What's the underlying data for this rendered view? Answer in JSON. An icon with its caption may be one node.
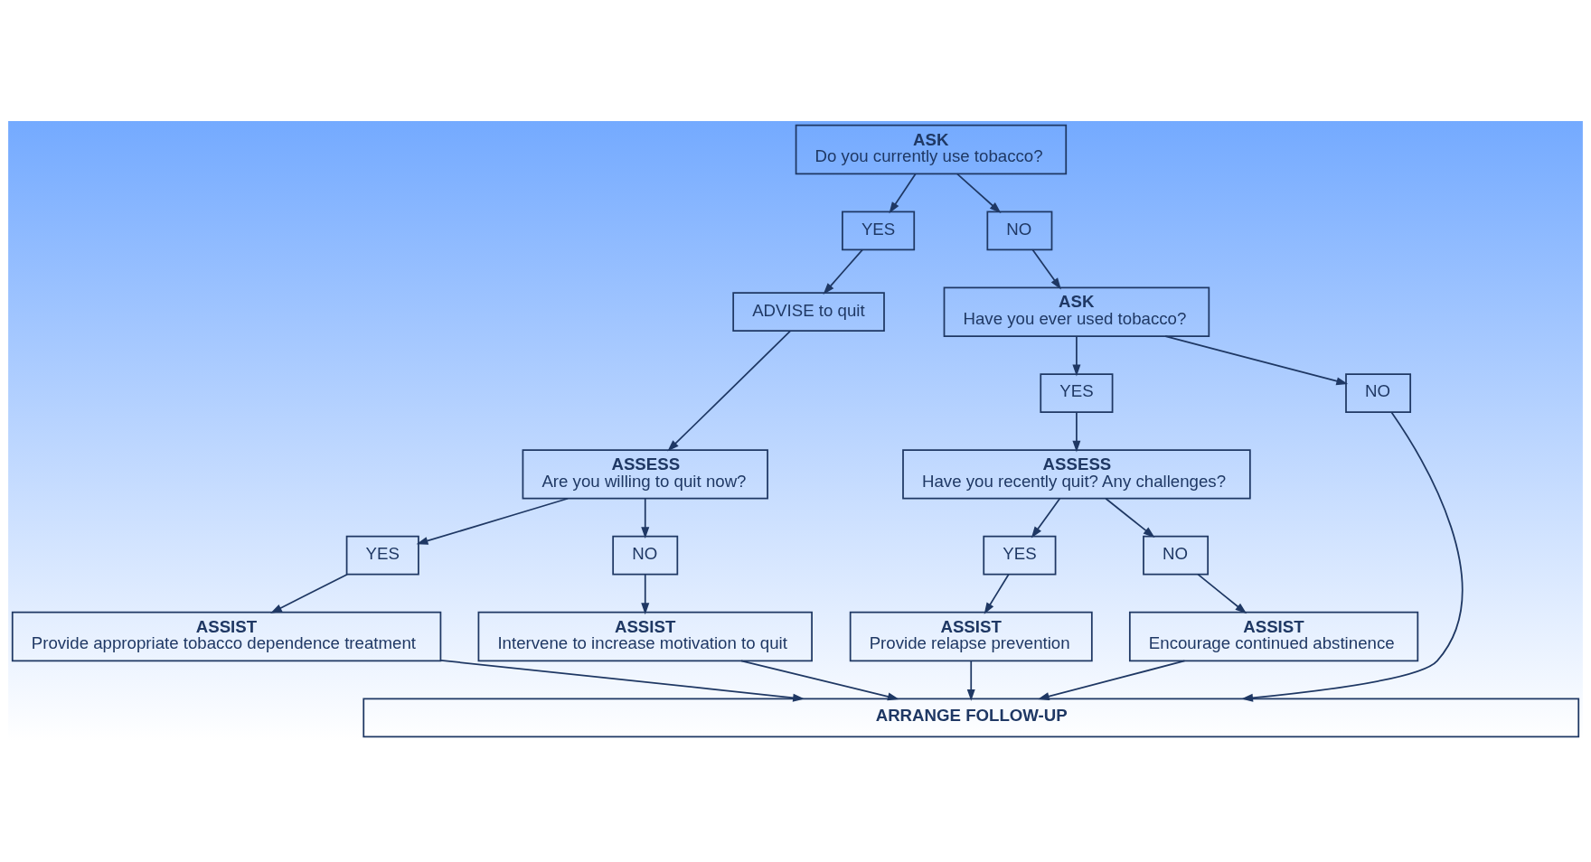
{
  "diagram": {
    "nodes": [
      {
        "text": [
          "ASK",
          "Do you currently use tobacco?"
        ]
      },
      {
        "text": [
          "YES"
        ]
      },
      {
        "text": [
          "NO"
        ]
      },
      {
        "text": [
          "ADVISE to quit"
        ]
      },
      {
        "text": [
          "ASK",
          "Have you ever used tobacco?"
        ]
      },
      {
        "text": [
          "YES"
        ]
      },
      {
        "text": [
          "NO"
        ]
      },
      {
        "text": [
          "ASSESS",
          "Are you willing to quit now?"
        ]
      },
      {
        "text": [
          "ASSESS",
          "Have you recently quit? Any challenges?"
        ]
      },
      {
        "text": [
          "YES"
        ]
      },
      {
        "text": [
          "NO"
        ]
      },
      {
        "text": [
          "YES"
        ]
      },
      {
        "text": [
          "NO"
        ]
      },
      {
        "text": [
          "ASSIST",
          "Provide appropriate tobacco dependence treatment"
        ]
      },
      {
        "text": [
          "ASSIST",
          "Intervene to increase motivation to quit"
        ]
      },
      {
        "text": [
          "ASSIST",
          "Provide relapse prevention"
        ]
      },
      {
        "text": [
          "ASSIST",
          "Encourage continued abstinence"
        ]
      },
      {
        "text": [
          "ARRANGE FOLLOW-UP"
        ]
      }
    ],
    "edges": [
      {
        "from": 0,
        "to": 1,
        "arrow": "to"
      },
      {
        "from": 0,
        "to": 2,
        "arrow": "to"
      },
      {
        "from": 1,
        "to": 3,
        "arrow": "to"
      },
      {
        "from": 2,
        "to": 4,
        "arrow": "to"
      },
      {
        "from": 3,
        "to": 7,
        "arrow": "to"
      },
      {
        "from": 4,
        "to": 5,
        "arrow": "to"
      },
      {
        "from": 4,
        "to": 6,
        "arrow": "to"
      },
      {
        "from": 5,
        "to": 8,
        "arrow": "to"
      },
      {
        "from": 7,
        "to": 9,
        "arrow": "to"
      },
      {
        "from": 7,
        "to": 10,
        "arrow": "to"
      },
      {
        "from": 8,
        "to": 11,
        "arrow": "to"
      },
      {
        "from": 8,
        "to": 12,
        "arrow": "to"
      },
      {
        "from": 9,
        "to": 13,
        "arrow": "to"
      },
      {
        "from": 10,
        "to": 14,
        "arrow": "to"
      },
      {
        "from": 11,
        "to": 15,
        "arrow": "to"
      },
      {
        "from": 12,
        "to": 16,
        "arrow": "to"
      },
      {
        "from": 13,
        "to": 17,
        "arrow": "to"
      },
      {
        "from": 14,
        "to": 17,
        "arrow": "to"
      },
      {
        "from": 15,
        "to": 17,
        "arrow": "to"
      },
      {
        "from": 16,
        "to": 17,
        "arrow": "to"
      },
      {
        "from": 6,
        "to": 17,
        "arrow": "to"
      }
    ]
  }
}
